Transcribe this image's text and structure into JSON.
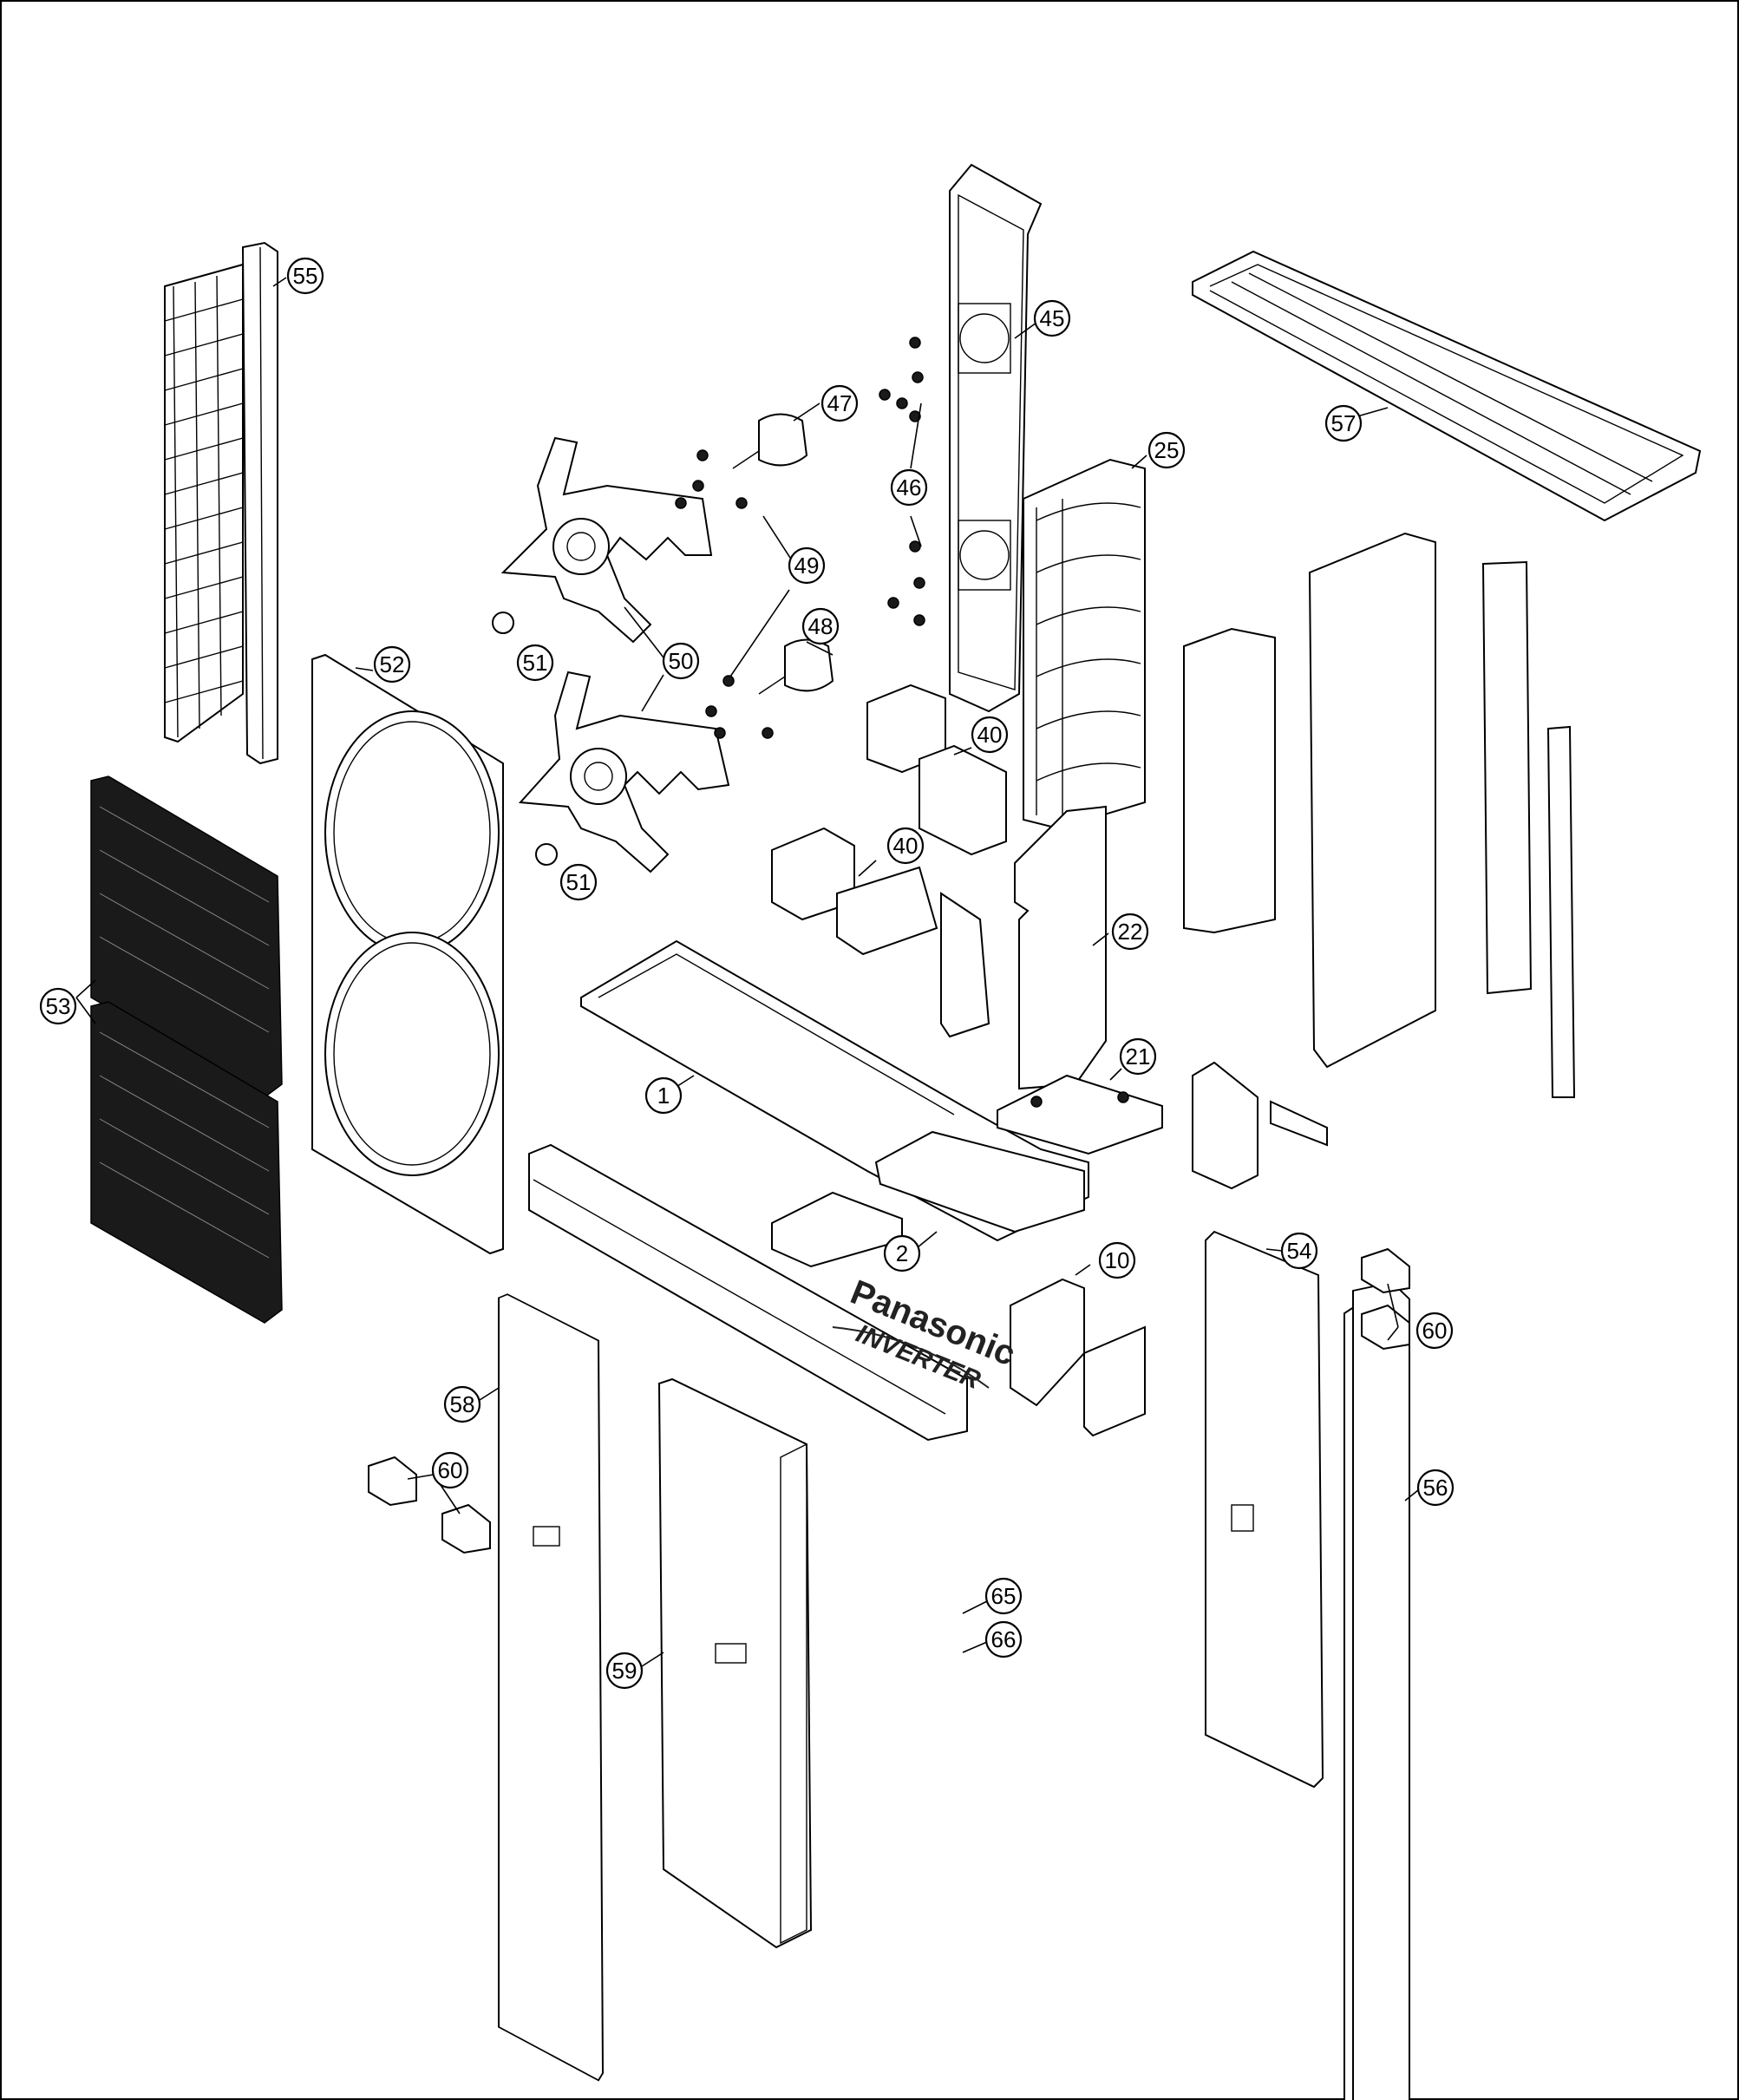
{
  "callouts": [
    {
      "id": "c55",
      "label": "55"
    },
    {
      "id": "c45",
      "label": "45"
    },
    {
      "id": "c57",
      "label": "57"
    },
    {
      "id": "c47",
      "label": "47"
    },
    {
      "id": "c25",
      "label": "25"
    },
    {
      "id": "c46",
      "label": "46"
    },
    {
      "id": "c49",
      "label": "49"
    },
    {
      "id": "c51a",
      "label": "51"
    },
    {
      "id": "c50",
      "label": "50"
    },
    {
      "id": "c48",
      "label": "48"
    },
    {
      "id": "c52",
      "label": "52"
    },
    {
      "id": "c40a",
      "label": "40"
    },
    {
      "id": "c40b",
      "label": "40"
    },
    {
      "id": "c51b",
      "label": "51"
    },
    {
      "id": "c22",
      "label": "22"
    },
    {
      "id": "c53",
      "label": "53"
    },
    {
      "id": "c21",
      "label": "21"
    },
    {
      "id": "c1",
      "label": "1"
    },
    {
      "id": "c2",
      "label": "2"
    },
    {
      "id": "c10",
      "label": "10"
    },
    {
      "id": "c54",
      "label": "54"
    },
    {
      "id": "c60a",
      "label": "60"
    },
    {
      "id": "c58",
      "label": "58"
    },
    {
      "id": "c60b",
      "label": "60"
    },
    {
      "id": "c56",
      "label": "56"
    },
    {
      "id": "c65",
      "label": "65"
    },
    {
      "id": "c66",
      "label": "66"
    },
    {
      "id": "c59",
      "label": "59"
    }
  ],
  "logos": {
    "brand_text": "Panasonic",
    "inverter_text": "INVERTER"
  }
}
